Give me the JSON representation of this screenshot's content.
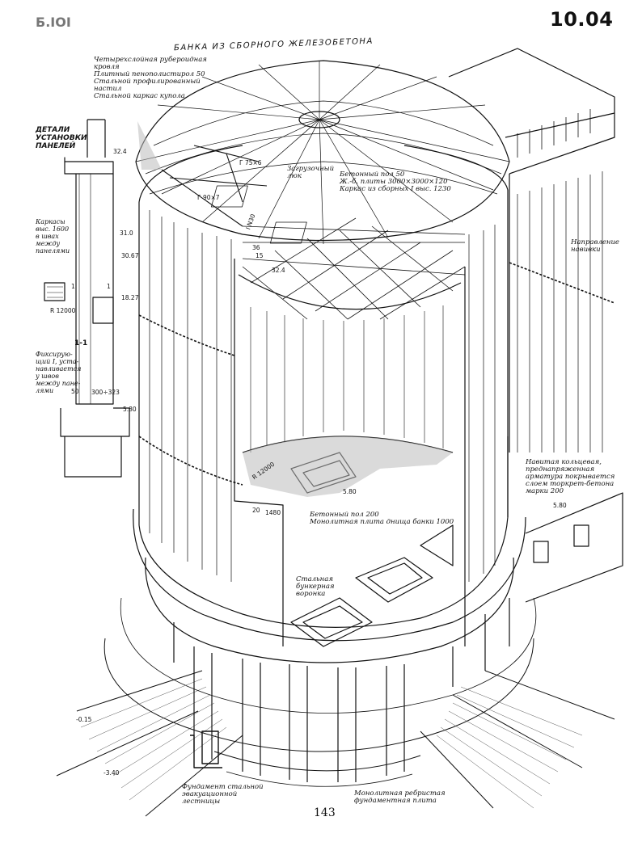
{
  "sheet_number": "10.04",
  "stamp": "Б.ІОІ",
  "page_number": "143",
  "title": "БАНКА ИЗ СБОРНОГО ЖЕЛЕЗОБЕТОНА",
  "details": {
    "title": "ДЕТАЛИ\nУСТАНОВКИ\nПАНЕЛЕЙ",
    "section": "1-1",
    "label_frames": "Каркасы\nвыс. 1600\nв швах\nмежду\nпанелями",
    "label_fixing": "Фиксирую-\nщий I, уста-\nнавливается\nу швов\nмежду пане-\nлями",
    "dims": [
      "32.4",
      "31.0",
      "30.67",
      "18.27",
      "R 12000",
      "50",
      "300÷323",
      "5.80",
      "1",
      "1"
    ]
  },
  "annotations": {
    "roof": "Четырехслойная рубероидная\nкровля\nПлитный пенополистирол 50\nСтальной профилированный\nнастил\nСтальной каркас купола",
    "hatch": "Загрузочный\nлюк",
    "concrete_floor_top": "Бетонный пол         50\nЖ.-б. плиты 3000×3000×120\nКаркас из сборных I выс. 1230",
    "direction": "Направление\nнавивки",
    "reinforcement": "Навитая кольцевая,\nпреднапряженная\nарматура покрывается\nслоем торкрет-бетона\nмарки 200",
    "concrete_floor_bottom": "Бетонный пол 200\nМонолитная плита днища банки 1000",
    "funnel": "Стальная\nбункерная\nворонка",
    "stair_foundation": "Фундамент стальной\nэвакуационной\nлестницы",
    "rib_foundation": "Монолитная ребристая\nфундаментная плита"
  },
  "dims": {
    "angle_small": "Г 75×6",
    "angle_large": "Г 90×7",
    "ibeam": "I N30",
    "d36": "36",
    "d15": "15",
    "d324": "32.4",
    "r12000": "R 12000",
    "d580_center": "5.80",
    "d20": "20",
    "d1480": "1480",
    "d580_right": "5.80",
    "dm015": "-0.15",
    "dm340": "-3.40"
  }
}
